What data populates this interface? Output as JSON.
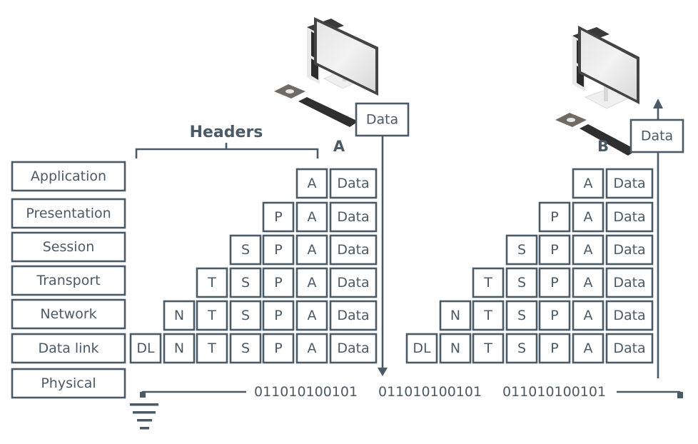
{
  "diagram": {
    "title": "OSI model encapsulation between host A and host B",
    "layers": [
      "Application",
      "Presentation",
      "Session",
      "Transport",
      "Network",
      "Data link",
      "Physical"
    ],
    "headers_label": "Headers",
    "data_label": "Data",
    "header_abbrev": [
      "A",
      "P",
      "S",
      "T",
      "N",
      "DL"
    ],
    "hosts": [
      {
        "label": "A",
        "icon": "desktop-computer-icon",
        "direction": "down"
      },
      {
        "label": "B",
        "icon": "desktop-computer-icon",
        "direction": "up"
      }
    ],
    "bitstream": [
      "011010100101",
      "011010100101",
      "011010100101"
    ],
    "colors": {
      "ink": "#4a5a66",
      "background": "#ffffff"
    }
  }
}
